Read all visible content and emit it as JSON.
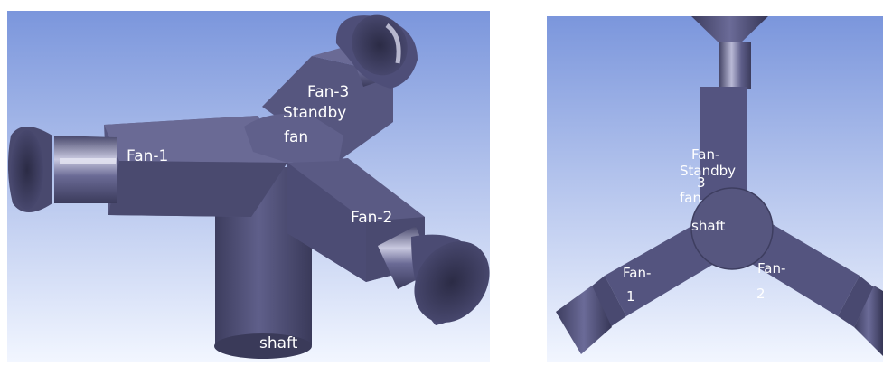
{
  "left_view": {
    "fan1_label": "Fan-1",
    "fan3_label": "Fan-3",
    "standby_label": "Standby",
    "fan_word": "fan",
    "fan2_label": "Fan-2",
    "shaft_label": "shaft"
  },
  "right_view": {
    "fan3_label_line1": "Fan-",
    "standby_label": "Standby",
    "fan3_label_line2": "3",
    "fan_word": "fan",
    "shaft_label": "shaft",
    "fan1_label_line1": "Fan-",
    "fan1_label_line2": "1",
    "fan2_label_line1": "Fan-",
    "fan2_label_line2": "2"
  },
  "colors": {
    "sky_top": "#7b96dc",
    "sky_bottom": "#f2f6ff",
    "body_fill": "#55557e",
    "body_dark": "#414163",
    "body_light": "#6a6a95",
    "label": "#ffffff"
  }
}
